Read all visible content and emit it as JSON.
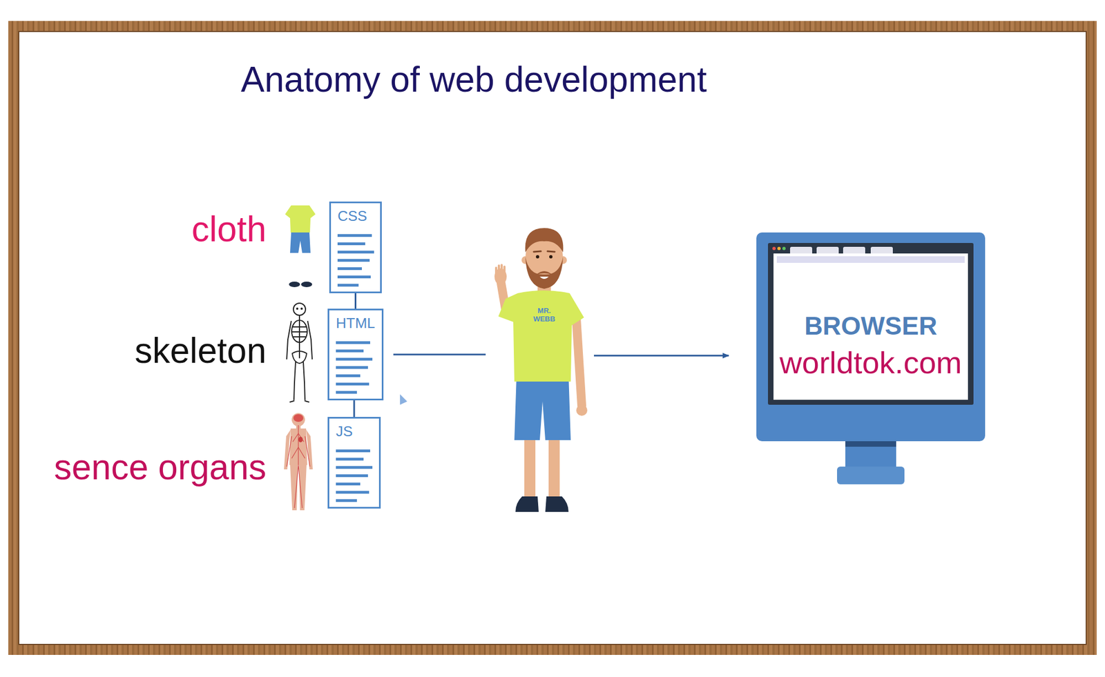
{
  "diagram": {
    "title": "Anatomy of web development",
    "nodes": [
      {
        "text": [
          "CSS"
        ]
      },
      {
        "text": [
          "HTML"
        ]
      },
      {
        "text": [
          "JS"
        ]
      },
      {
        "text": [
          "MR. WEBB"
        ]
      },
      {
        "text": [
          "BROWSER",
          "worldtok.com"
        ]
      }
    ],
    "edges": [
      {
        "from": 0,
        "to": 1,
        "arrow": "none"
      },
      {
        "from": 1,
        "to": 2,
        "arrow": "none"
      },
      {
        "from": 1,
        "to": 3,
        "arrow": "none"
      },
      {
        "from": 3,
        "to": 4,
        "arrow": "to"
      }
    ],
    "labels": [
      "cloth",
      "skeleton",
      "sence organs"
    ]
  }
}
